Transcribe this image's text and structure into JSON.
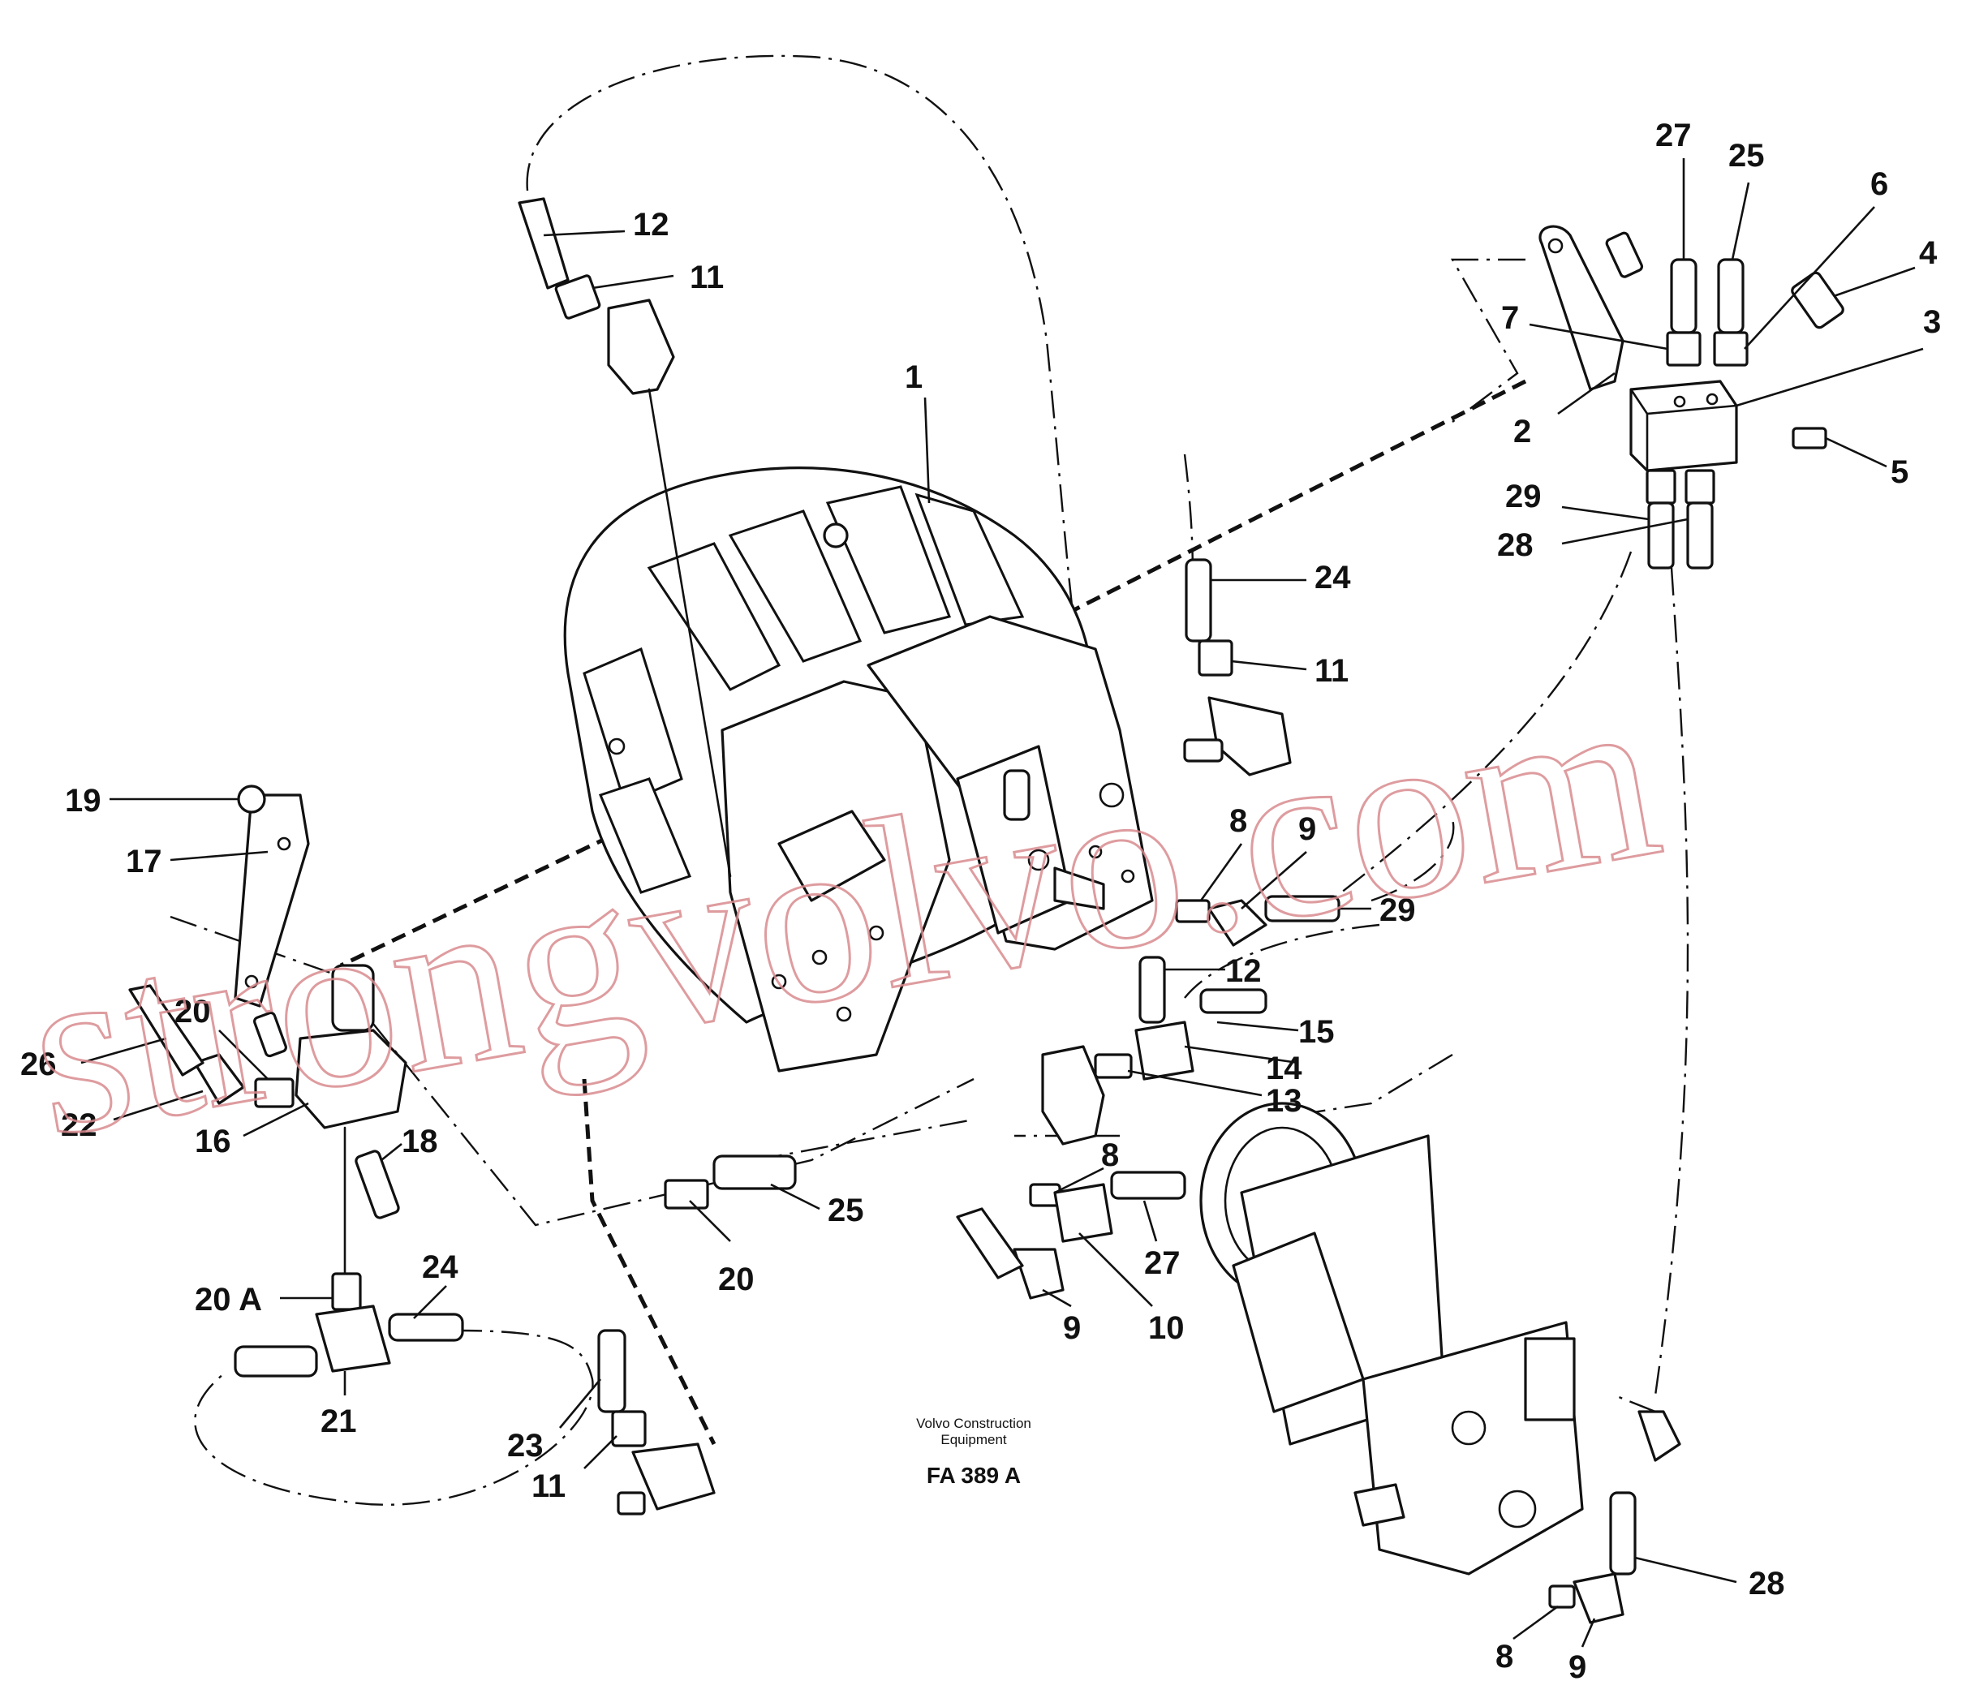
{
  "watermark": {
    "text": "strongvolvo.com",
    "color": "#d98b8f"
  },
  "caption": {
    "line1": "Volvo Construction",
    "line2": "Equipment",
    "code": "FA 389 A"
  },
  "callouts": [
    {
      "id": "c-1",
      "label": "1"
    },
    {
      "id": "c-2",
      "label": "2"
    },
    {
      "id": "c-3",
      "label": "3"
    },
    {
      "id": "c-4",
      "label": "4"
    },
    {
      "id": "c-5",
      "label": "5"
    },
    {
      "id": "c-6",
      "label": "6"
    },
    {
      "id": "c-7",
      "label": "7"
    },
    {
      "id": "c-8a",
      "label": "8"
    },
    {
      "id": "c-8b",
      "label": "8"
    },
    {
      "id": "c-8c",
      "label": "8"
    },
    {
      "id": "c-9a",
      "label": "9"
    },
    {
      "id": "c-9b",
      "label": "9"
    },
    {
      "id": "c-9c",
      "label": "9"
    },
    {
      "id": "c-10",
      "label": "10"
    },
    {
      "id": "c-11a",
      "label": "11"
    },
    {
      "id": "c-11b",
      "label": "11"
    },
    {
      "id": "c-11c",
      "label": "11"
    },
    {
      "id": "c-12a",
      "label": "12"
    },
    {
      "id": "c-12b",
      "label": "12"
    },
    {
      "id": "c-13",
      "label": "13"
    },
    {
      "id": "c-14",
      "label": "14"
    },
    {
      "id": "c-15",
      "label": "15"
    },
    {
      "id": "c-16",
      "label": "16"
    },
    {
      "id": "c-17",
      "label": "17"
    },
    {
      "id": "c-18",
      "label": "18"
    },
    {
      "id": "c-19",
      "label": "19"
    },
    {
      "id": "c-20a",
      "label": "20"
    },
    {
      "id": "c-20b",
      "label": "20"
    },
    {
      "id": "c-20A",
      "label": "20 A"
    },
    {
      "id": "c-21",
      "label": "21"
    },
    {
      "id": "c-22",
      "label": "22"
    },
    {
      "id": "c-23",
      "label": "23"
    },
    {
      "id": "c-24a",
      "label": "24"
    },
    {
      "id": "c-24b",
      "label": "24"
    },
    {
      "id": "c-25a",
      "label": "25"
    },
    {
      "id": "c-25b",
      "label": "25"
    },
    {
      "id": "c-26",
      "label": "26"
    },
    {
      "id": "c-27a",
      "label": "27"
    },
    {
      "id": "c-27b",
      "label": "27"
    },
    {
      "id": "c-28a",
      "label": "28"
    },
    {
      "id": "c-28b",
      "label": "28"
    },
    {
      "id": "c-29a",
      "label": "29"
    },
    {
      "id": "c-29b",
      "label": "29"
    }
  ]
}
